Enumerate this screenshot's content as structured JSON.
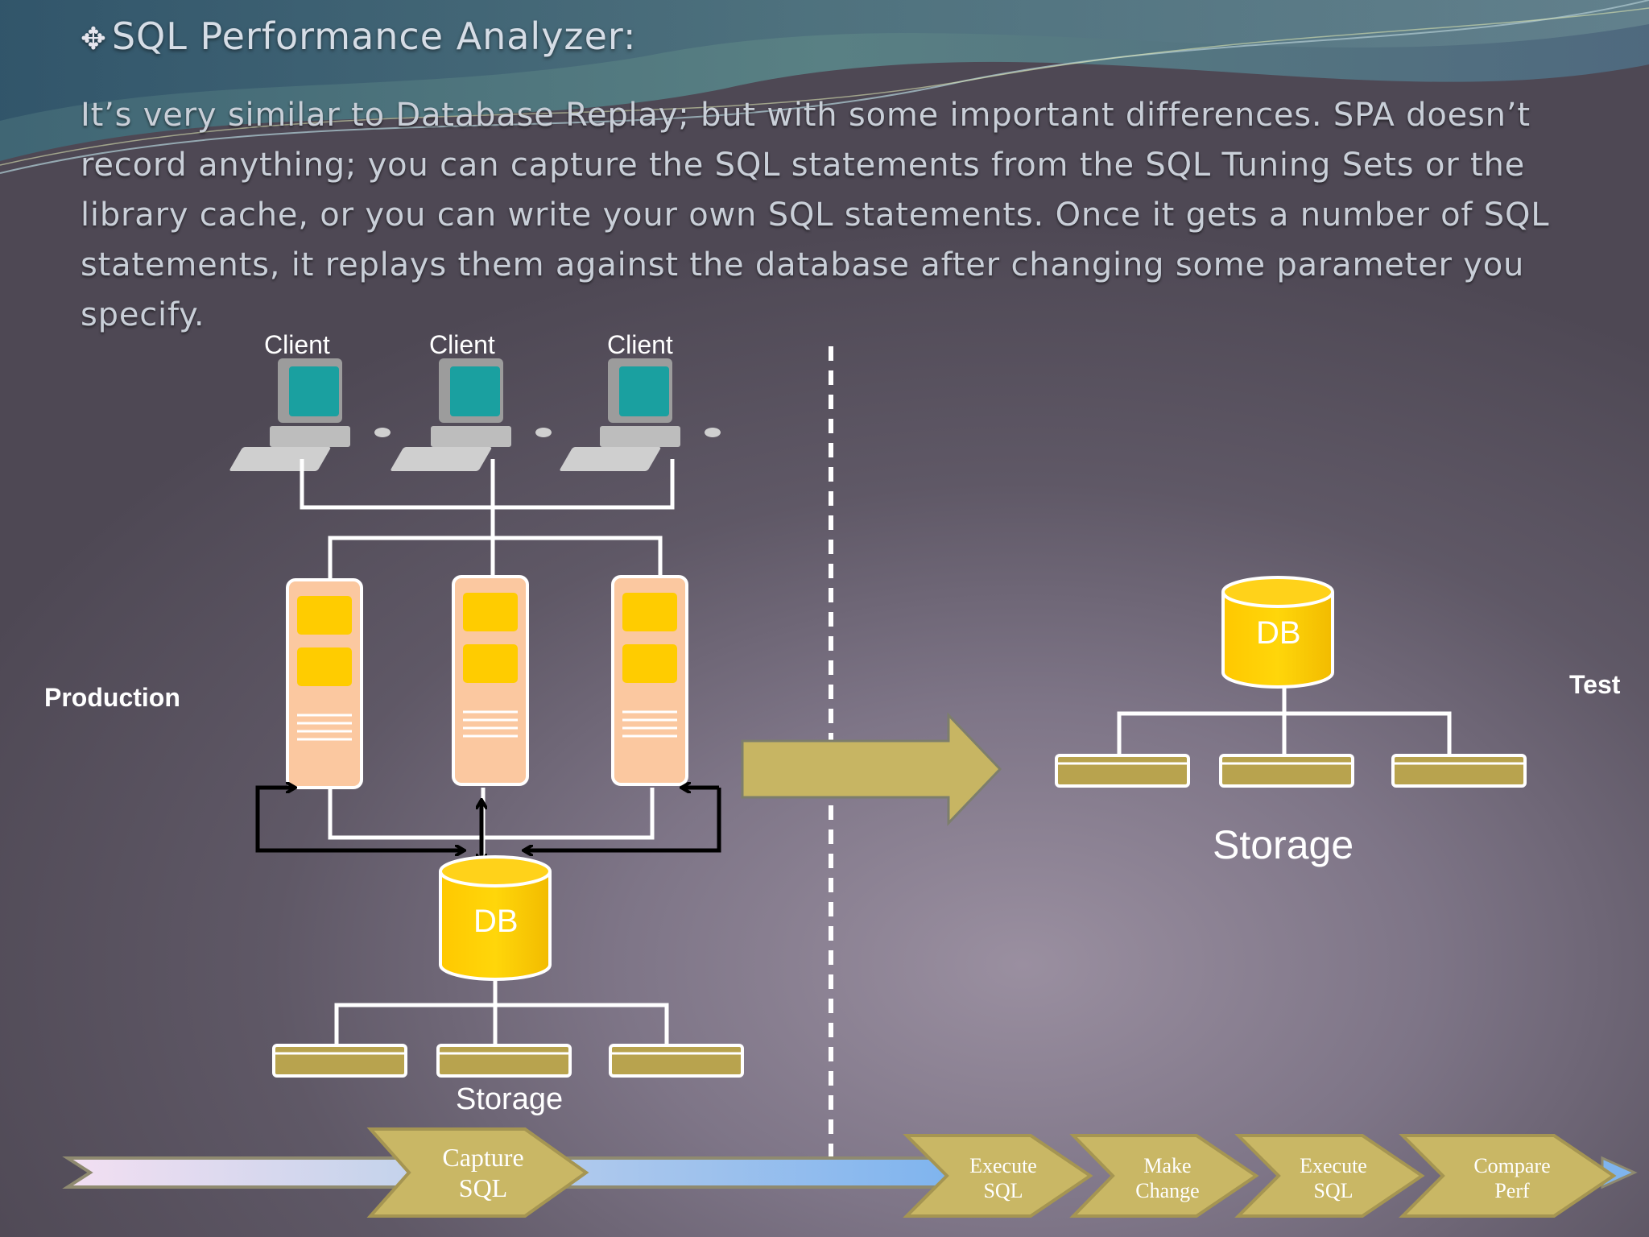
{
  "slide": {
    "title": "SQL Performance Analyzer:",
    "bullet_icon": "diamond-cluster-icon",
    "body": "It’s very similar to Database Replay; but with some important differences. SPA doesn’t record anything; you can capture the SQL statements from the SQL Tuning Sets or the library cache, or you can write your own SQL statements. Once it gets a number of SQL statements, it replays them against the database after changing some parameter you specify."
  },
  "diagram": {
    "clients": [
      "Client",
      "Client",
      "Client"
    ],
    "production_label": "Production",
    "test_label": "Test",
    "production_db_label": "DB",
    "test_db_label": "DB",
    "production_storage_label": "Storage",
    "test_storage_label": "Storage"
  },
  "process": {
    "steps": [
      {
        "line1": "Capture",
        "line2": "SQL"
      },
      {
        "line1": "Execute",
        "line2": "SQL"
      },
      {
        "line1": "Make",
        "line2": "Change"
      },
      {
        "line1": "Execute",
        "line2": "SQL"
      },
      {
        "line1": "Compare",
        "line2": "Perf"
      }
    ]
  },
  "colors": {
    "db_fill": "#ffcc00",
    "server_fill": "#fbc8a0",
    "storage_fill": "#b8a34e",
    "step_fill": "#c9b765",
    "arrow_fill": "#c7b563"
  }
}
